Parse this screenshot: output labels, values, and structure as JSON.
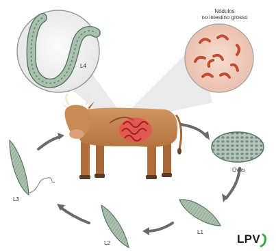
{
  "labels": {
    "l4": "L4",
    "nodules_line1": "Nódulos",
    "nodules_line2": "no intestino grosso",
    "eggs": "Ovos",
    "l1": "L1",
    "l2": "L2",
    "l3": "L3"
  },
  "logo": {
    "text": "LPV"
  },
  "colors": {
    "larva_fill": "#a9c0ad",
    "larva_stroke": "#5f7a66",
    "cow_body": "#c78a55",
    "intestine": "#d93a35",
    "nodule_bg": "#f2d2c4",
    "arrow": "#6a6a6a",
    "egg_fill": "#a6b9b0",
    "logo_green": "#3ea844"
  }
}
